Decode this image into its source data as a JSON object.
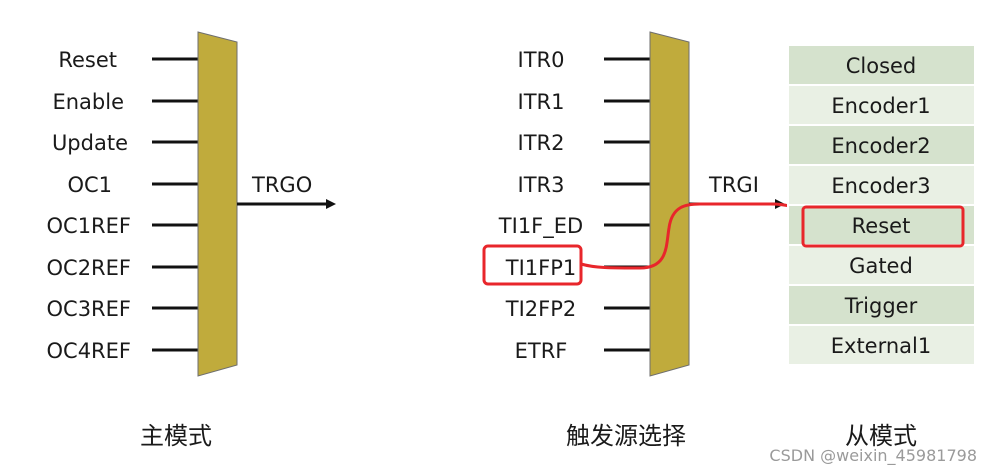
{
  "master": {
    "inputs": [
      "Reset",
      "Enable",
      "Update",
      "OC1",
      "OC1REF",
      "OC2REF",
      "OC3REF",
      "OC4REF"
    ],
    "output_label": "TRGO",
    "caption": "主模式"
  },
  "trigger": {
    "inputs": [
      "ITR0",
      "ITR1",
      "ITR2",
      "ITR3",
      "TI1F_ED",
      "TI1FP1",
      "TI2FP2",
      "ETRF"
    ],
    "output_label": "TRGI",
    "caption": "触发源选择",
    "highlighted_input": "TI1FP1"
  },
  "slave": {
    "modes": [
      "Closed",
      "Encoder1",
      "Encoder2",
      "Encoder3",
      "Reset",
      "Gated",
      "Trigger",
      "External1"
    ],
    "caption": "从模式",
    "highlighted_mode": "Reset"
  },
  "colors": {
    "mux_fill": "#c0ab3c",
    "cell_dark": "#d5e2cd",
    "cell_light": "#e9f0e4",
    "highlight": "#e8262b"
  },
  "watermark": "CSDN @weixin_45981798"
}
